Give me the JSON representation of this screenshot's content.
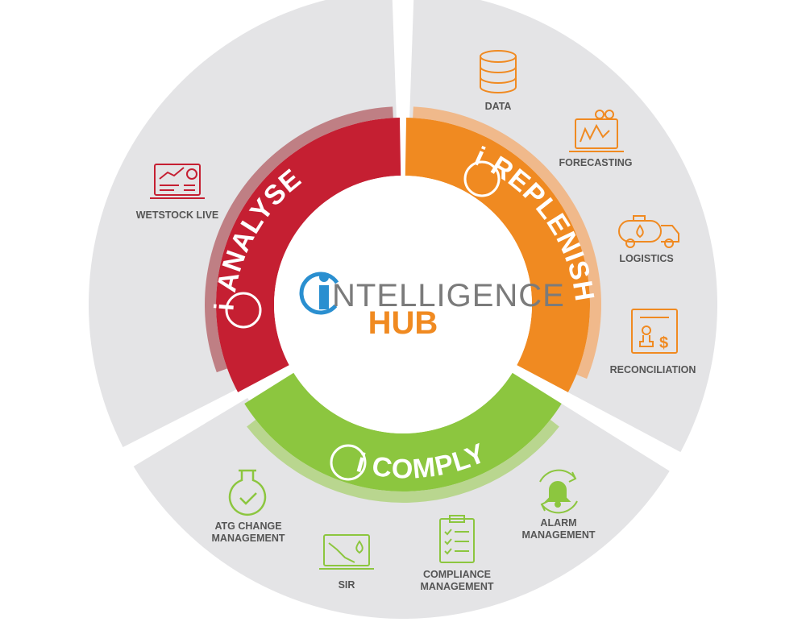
{
  "colors": {
    "outer_ring": "#e4e4e6",
    "analyse": "#c51f32",
    "analyse_highlight": "#b86d72",
    "replenish": "#f08a21",
    "replenish_highlight": "#f2b27a",
    "comply": "#8cc63f",
    "comply_highlight": "#b2d47f",
    "hub_blue": "#2a8fd0",
    "hub_gray": "#7b7b7b",
    "hub_orange": "#f08a21"
  },
  "hub": {
    "logo_letter": "i",
    "title": "NTELLIGENCE",
    "subtitle": "HUB"
  },
  "segments": {
    "analyse": {
      "badge": "i",
      "label": "ANALYSE"
    },
    "replenish": {
      "badge": "i",
      "label": "REPLENISH"
    },
    "comply": {
      "badge": "i",
      "label": "COMPLY"
    }
  },
  "modules": {
    "wetstock_live": {
      "label": "WETSTOCK LIVE",
      "icon": "monitor-dashboard-icon"
    },
    "data": {
      "label": "DATA",
      "icon": "database-icon"
    },
    "forecasting": {
      "label": "FORECASTING",
      "icon": "forecast-chart-icon"
    },
    "logistics": {
      "label": "LOGISTICS",
      "icon": "tanker-truck-icon"
    },
    "reconciliation": {
      "label": "RECONCILIATION",
      "icon": "stamp-document-icon"
    },
    "atg_change": {
      "label_line1": "ATG CHANGE",
      "label_line2": "MANAGEMENT",
      "icon": "flask-check-icon"
    },
    "sir": {
      "label": "SIR",
      "icon": "declining-chart-icon"
    },
    "compliance": {
      "label_line1": "COMPLIANCE",
      "label_line2": "MANAGEMENT",
      "icon": "checklist-clipboard-icon"
    },
    "alarm": {
      "label_line1": "ALARM",
      "label_line2": "MANAGEMENT",
      "icon": "alarm-bell-icon"
    }
  }
}
